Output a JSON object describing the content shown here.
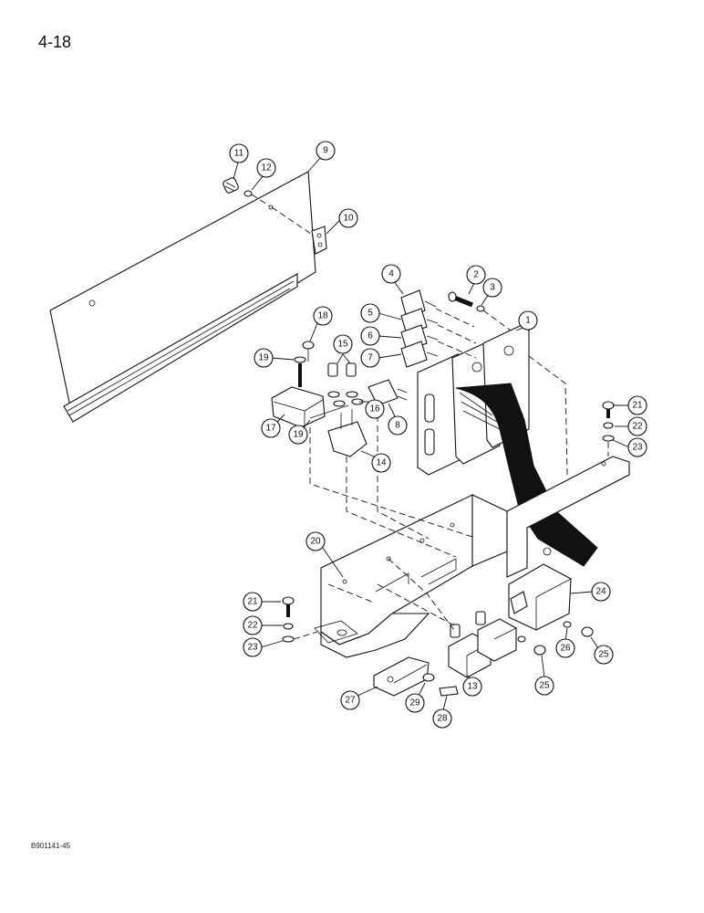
{
  "page": {
    "number": "4-18",
    "figure_id": "B901141-45"
  },
  "callouts": [
    "1",
    "2",
    "3",
    "4",
    "5",
    "6",
    "7",
    "8",
    "9",
    "10",
    "11",
    "12",
    "13",
    "14",
    "15",
    "16",
    "17",
    "18",
    "19",
    "19",
    "20",
    "21",
    "21",
    "22",
    "22",
    "23",
    "23",
    "24",
    "25",
    "25",
    "26",
    "27",
    "28",
    "29"
  ]
}
